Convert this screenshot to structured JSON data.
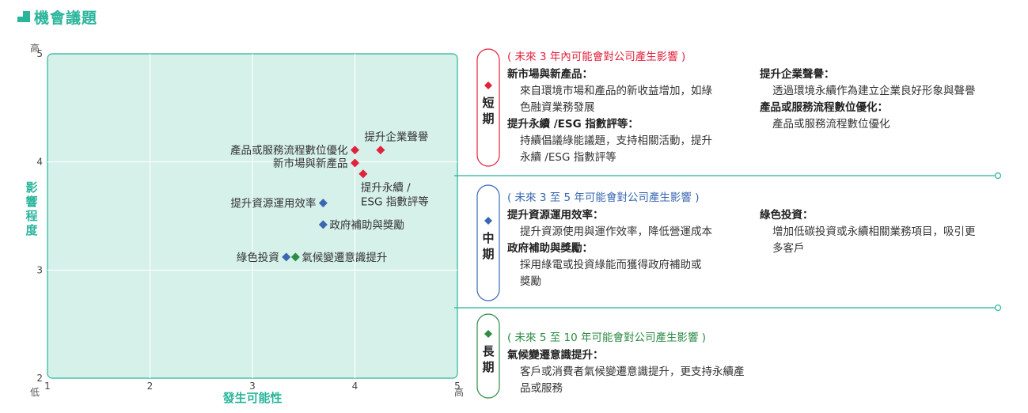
{
  "page_title": "機會議題",
  "chart_data": {
    "type": "scatter",
    "xlabel": "發生可能性",
    "ylabel": "影響程度",
    "xlim": [
      1,
      5
    ],
    "ylim": [
      2,
      5
    ],
    "x_ticks": [
      "1",
      "2",
      "3",
      "4",
      "5"
    ],
    "y_ticks": [
      "2",
      "3",
      "4",
      "5"
    ],
    "x_low": "低",
    "x_high": "高",
    "y_high": "高",
    "grid": true,
    "points": [
      {
        "label": "提升企業聲譽",
        "x": 4.25,
        "y": 4.11,
        "color": "#e0233d",
        "label_side": "top"
      },
      {
        "label": "產品或服務流程數位優化",
        "x": 4.0,
        "y": 4.11,
        "color": "#e0233d",
        "label_side": "left"
      },
      {
        "label": "新市場與新產品",
        "x": 4.0,
        "y": 3.99,
        "color": "#e0233d",
        "label_side": "left"
      },
      {
        "label": "提升永續 / ESG 指數評等",
        "x": 4.08,
        "y": 3.89,
        "color": "#e0233d",
        "label_side": "bottom"
      },
      {
        "label": "提升資源運用效率",
        "x": 3.69,
        "y": 3.62,
        "color": "#3a68b0",
        "label_side": "left"
      },
      {
        "label": "政府補助與獎勵",
        "x": 3.69,
        "y": 3.42,
        "color": "#3a68b0",
        "label_side": "right"
      },
      {
        "label": "綠色投資",
        "x": 3.33,
        "y": 3.12,
        "color": "#3a68b0",
        "label_side": "left"
      },
      {
        "label": "氣候變遷意識提升",
        "x": 3.42,
        "y": 3.12,
        "color": "#2e8b43",
        "label_side": "right"
      }
    ]
  },
  "terms": [
    {
      "name": "短期",
      "chars": [
        "短",
        "期"
      ],
      "color": "#e0233d",
      "header": "( 未來 3 年內可能會對公司產生影響 )",
      "left": [
        {
          "title": "新市場與新產品：",
          "desc": [
            "來自環境市場和產品的新收益增加，如綠",
            "色融資業務發展"
          ]
        },
        {
          "title": "提升永續 /ESG 指數評等：",
          "desc": [
            "持續倡議綠能議題，支持相關活動，提升",
            "永續 /ESG 指數評等"
          ]
        }
      ],
      "right": [
        {
          "title": "提升企業聲譽：",
          "desc": [
            "透過環境永續作為建立企業良好形象與聲譽"
          ]
        },
        {
          "title": "產品或服務流程數位優化：",
          "desc": [
            "產品或服務流程數位優化"
          ]
        }
      ]
    },
    {
      "name": "中期",
      "chars": [
        "中",
        "期"
      ],
      "color": "#3a68b0",
      "header": "( 未來 3 至 5 年可能會對公司產生影響 )",
      "left": [
        {
          "title": "提升資源運用效率：",
          "desc": [
            "提升資源使用與運作效率，降低營運成本"
          ]
        },
        {
          "title": "政府補助與獎勵：",
          "desc": [
            "採用綠電或投資綠能而獲得政府補助或",
            "獎勵"
          ]
        }
      ],
      "right": [
        {
          "title": "綠色投資：",
          "desc": [
            "增加低碳投資或永續相關業務項目，吸引更",
            "多客戶"
          ]
        }
      ]
    },
    {
      "name": "長期",
      "chars": [
        "長",
        "期"
      ],
      "color": "#2e8b43",
      "header": "( 未來 5 至 10 年可能會對公司產生影響 )",
      "left": [
        {
          "title": "氣候變遷意識提升：",
          "desc": [
            "客戶或消費者氣候變遷意識提升，更支持永續產品或服務"
          ]
        }
      ],
      "right": []
    }
  ],
  "colors": {
    "accent": "#2ab59b",
    "plot_bg": "#d6f0ea",
    "divider": "#2ab59b"
  }
}
